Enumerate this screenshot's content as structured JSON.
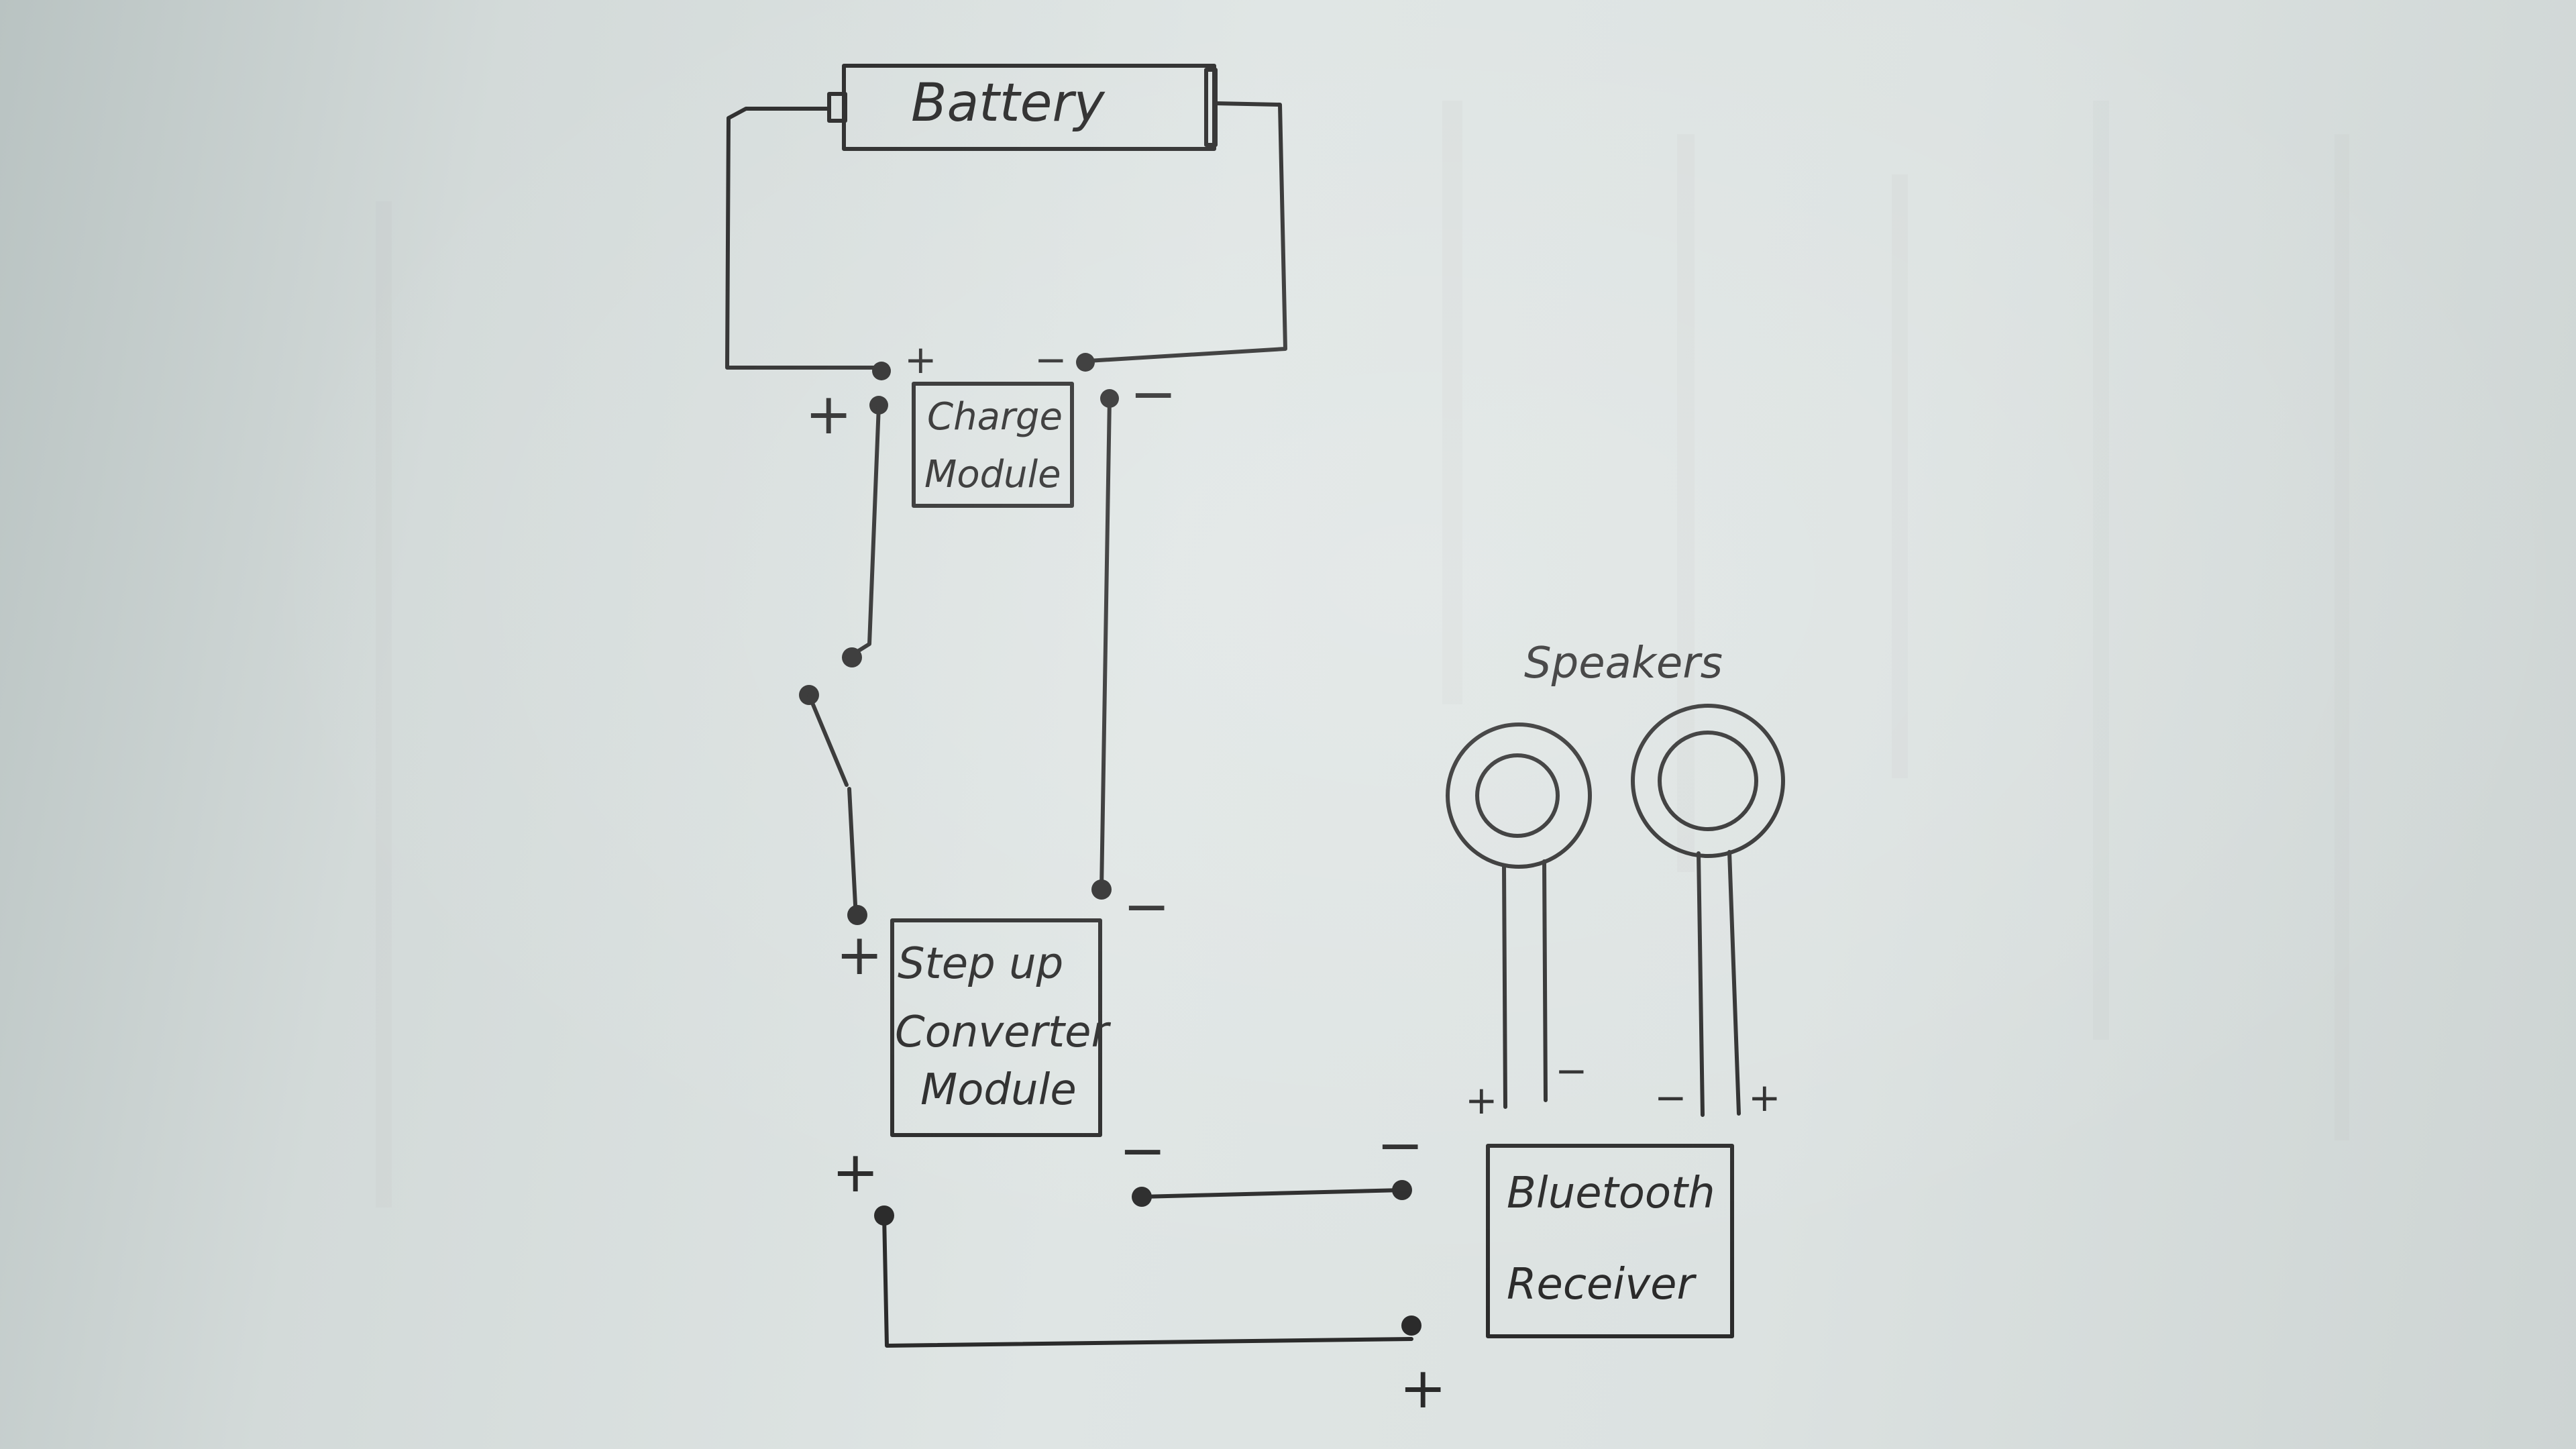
{
  "diagram": {
    "battery": {
      "label": "Battery"
    },
    "charge_module": {
      "line1": "Charge",
      "line2": "Module"
    },
    "step_up": {
      "line1": "Step up",
      "line2": "Converter",
      "line3": "Module"
    },
    "bluetooth": {
      "line1": "Bluetooth",
      "line2": "Receiver"
    },
    "speakers": {
      "label": "Speakers"
    },
    "signs": {
      "plus": "+",
      "minus": "−"
    }
  }
}
